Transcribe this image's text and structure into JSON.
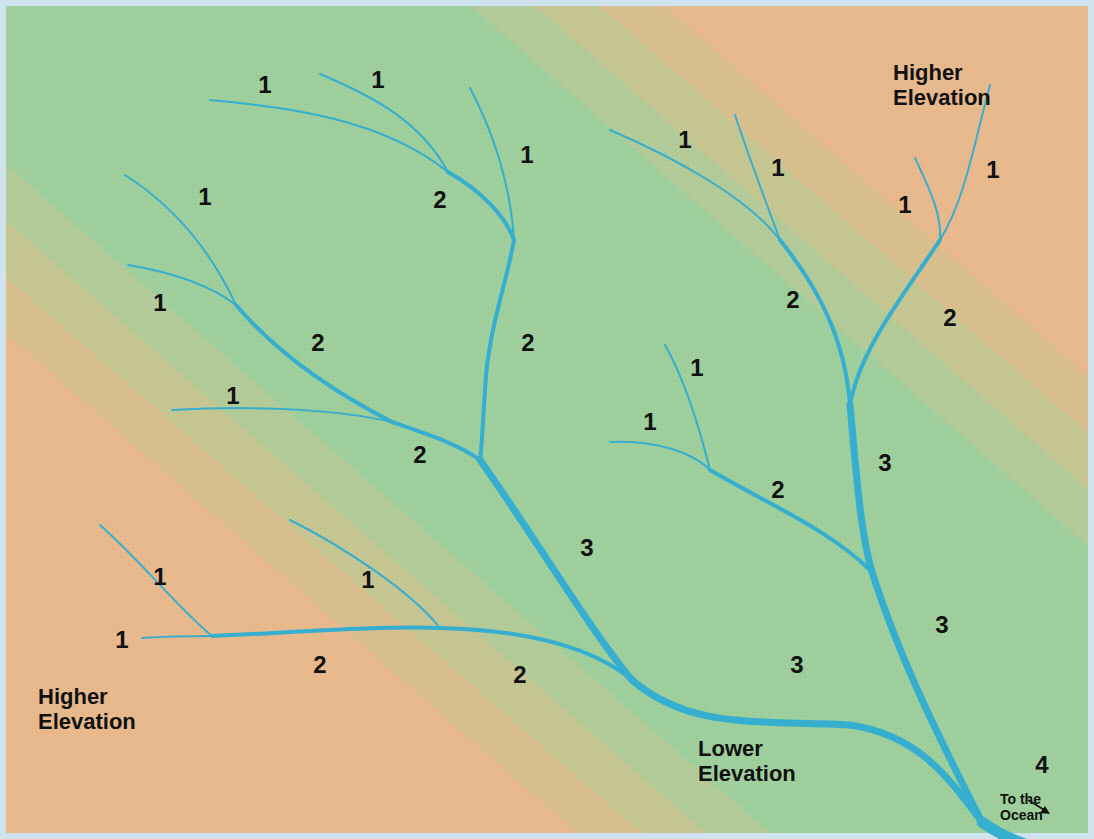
{
  "diagram": {
    "labels": [
      "1",
      "1",
      "Higher Elevation",
      "1",
      "1",
      "1",
      "1",
      "1",
      "2",
      "1",
      "2",
      "1",
      "2",
      "2",
      "2",
      "1",
      "1",
      "1",
      "2",
      "3",
      "2",
      "3",
      "1",
      "1",
      "3",
      "1",
      "2",
      "2",
      "3",
      "Higher Elevation",
      "Lower Elevation",
      "4",
      "To the Ocean"
    ]
  }
}
